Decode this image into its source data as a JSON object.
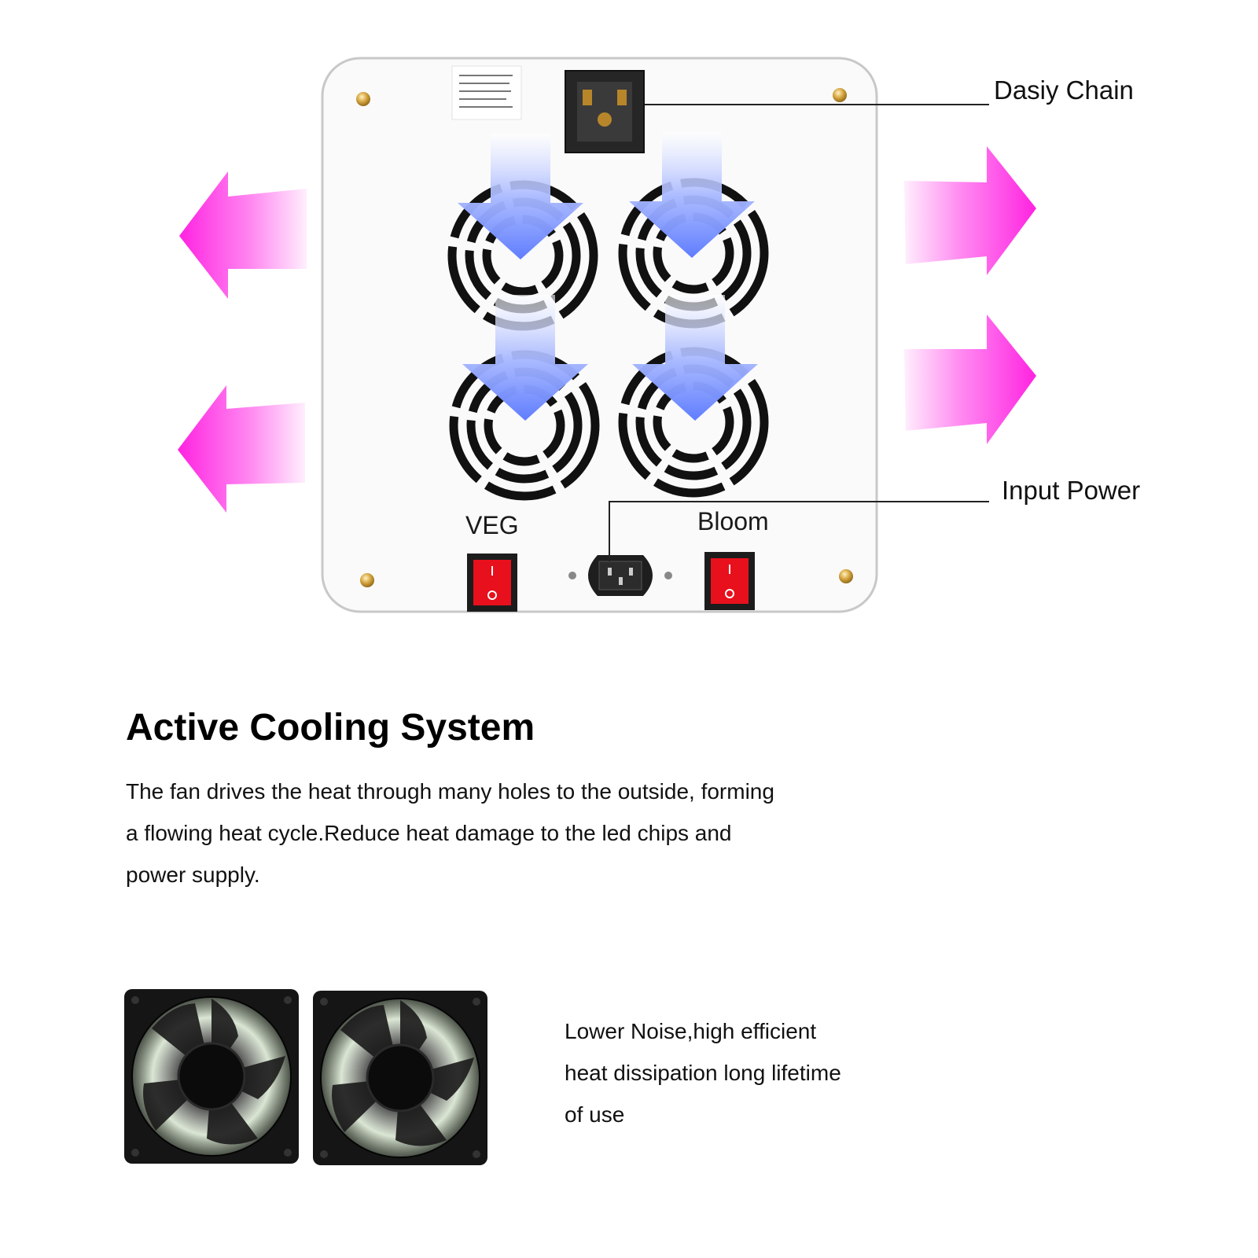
{
  "callouts": {
    "daisy_chain": "Dasiy Chain",
    "input_power": "Input Power"
  },
  "switches": {
    "veg_label": "VEG",
    "bloom_label": "Bloom"
  },
  "section": {
    "title": "Active Cooling System",
    "description": "The fan drives the heat through many holes to the outside, forming a flowing heat cycle.Reduce heat damage to the led chips and power supply."
  },
  "fan_note": "Lower Noise,high efficient\nheat dissipation long lifetime\n of use",
  "colors": {
    "exhaust_arrow": "#ff33e6",
    "intake_arrow": "#6f8cff",
    "switch_red": "#e8101c",
    "panel": "#fafafa"
  }
}
